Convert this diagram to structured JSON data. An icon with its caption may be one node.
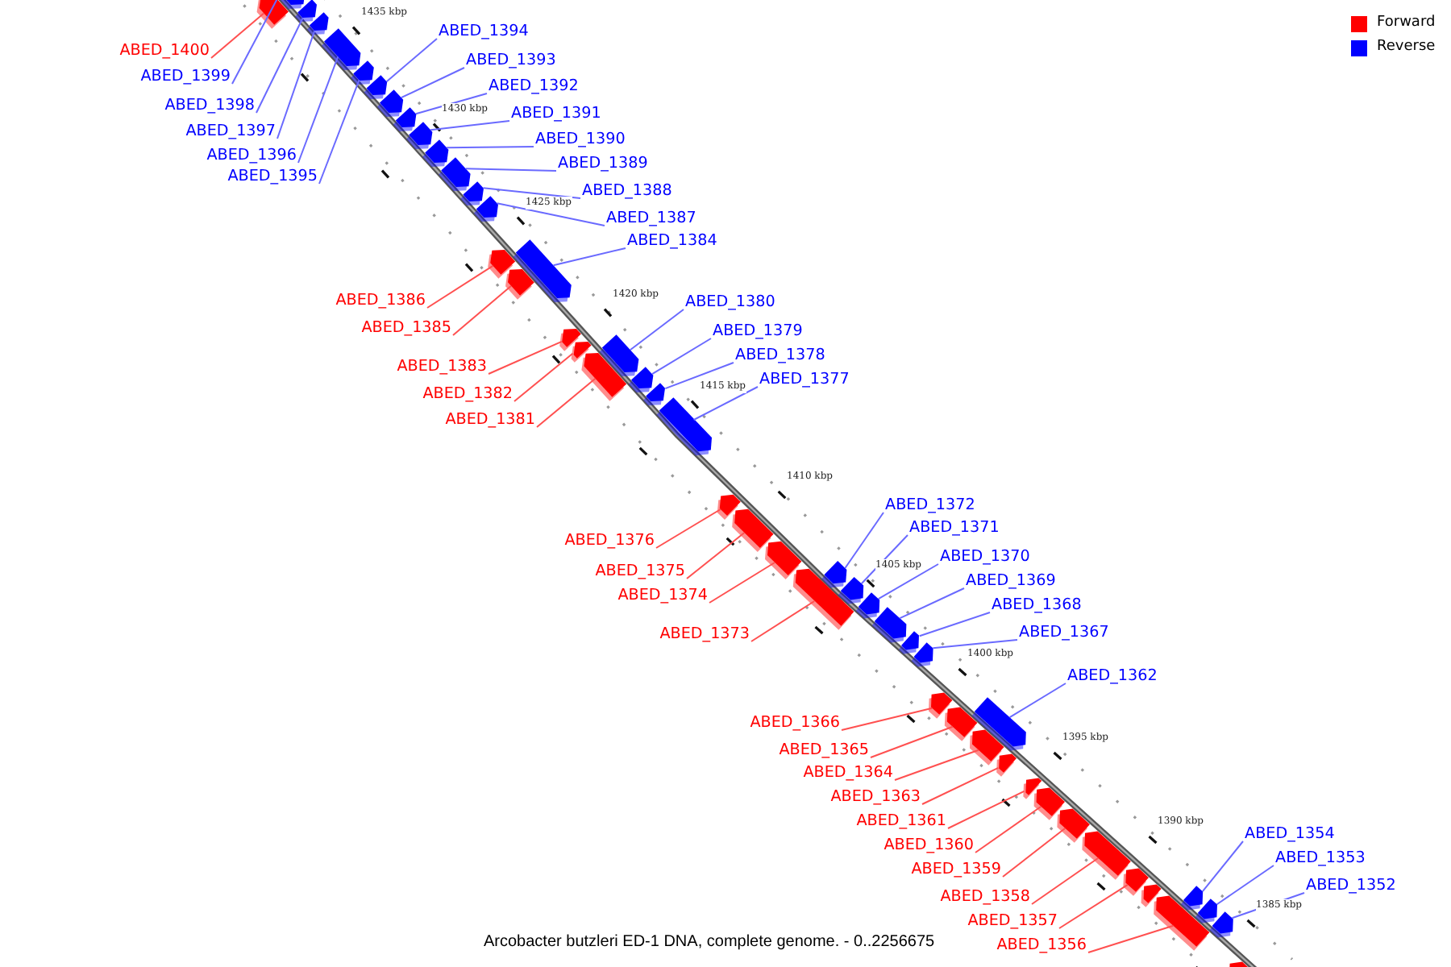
{
  "diagram": {
    "caption": "Arcobacter butzleri ED-1 DNA, complete genome. - 0..2256675",
    "nodes": [
      {
        "text": [
          "ABED_1400"
        ]
      },
      {
        "text": [],
        "shape": "arrow"
      },
      {
        "text": [
          "ABED_1399"
        ]
      },
      {
        "text": [],
        "shape": "arrow"
      },
      {
        "text": [
          "ABED_1398"
        ]
      },
      {
        "text": [],
        "shape": "arrow"
      },
      {
        "text": [
          "ABED_1397"
        ]
      },
      {
        "text": [],
        "shape": "arrow"
      },
      {
        "text": [
          "ABED_1396"
        ]
      },
      {
        "text": [],
        "shape": "arrow"
      },
      {
        "text": [
          "ABED_1395"
        ]
      },
      {
        "text": [],
        "shape": "arrow"
      },
      {
        "text": [
          "ABED_1394"
        ]
      },
      {
        "text": [],
        "shape": "arrow"
      },
      {
        "text": [
          "ABED_1393"
        ]
      },
      {
        "text": [],
        "shape": "arrow"
      },
      {
        "text": [
          "ABED_1392"
        ]
      },
      {
        "text": [],
        "shape": "arrow"
      },
      {
        "text": [
          "ABED_1391"
        ]
      },
      {
        "text": [],
        "shape": "arrow"
      },
      {
        "text": [
          "ABED_1390"
        ]
      },
      {
        "text": [],
        "shape": "arrow"
      },
      {
        "text": [
          "ABED_1389"
        ]
      },
      {
        "text": [],
        "shape": "arrow"
      },
      {
        "text": [
          "ABED_1388"
        ]
      },
      {
        "text": [],
        "shape": "arrow"
      },
      {
        "text": [
          "ABED_1387"
        ]
      },
      {
        "text": [],
        "shape": "arrow"
      },
      {
        "text": [
          "ABED_1386"
        ]
      },
      {
        "text": [],
        "shape": "arrow"
      },
      {
        "text": [
          "ABED_1385"
        ]
      },
      {
        "text": [],
        "shape": "arrow"
      },
      {
        "text": [
          "ABED_1384"
        ]
      },
      {
        "text": [],
        "shape": "arrow"
      },
      {
        "text": [
          "ABED_1383"
        ]
      },
      {
        "text": [],
        "shape": "arrow"
      },
      {
        "text": [
          "ABED_1382"
        ]
      },
      {
        "text": [],
        "shape": "arrow"
      },
      {
        "text": [
          "ABED_1381"
        ]
      },
      {
        "text": [],
        "shape": "arrow"
      },
      {
        "text": [
          "ABED_1380"
        ]
      },
      {
        "text": [],
        "shape": "arrow"
      },
      {
        "text": [
          "ABED_1379"
        ]
      },
      {
        "text": [],
        "shape": "arrow"
      },
      {
        "text": [
          "ABED_1378"
        ]
      },
      {
        "text": [],
        "shape": "arrow"
      },
      {
        "text": [
          "ABED_1377"
        ]
      },
      {
        "text": [],
        "shape": "arrow"
      },
      {
        "text": [
          "ABED_1376"
        ]
      },
      {
        "text": [],
        "shape": "arrow"
      },
      {
        "text": [
          "ABED_1375"
        ]
      },
      {
        "text": [],
        "shape": "arrow"
      },
      {
        "text": [
          "ABED_1374"
        ]
      },
      {
        "text": [],
        "shape": "arrow"
      },
      {
        "text": [
          "ABED_1373"
        ]
      },
      {
        "text": [],
        "shape": "arrow"
      },
      {
        "text": [
          "ABED_1372"
        ]
      },
      {
        "text": [],
        "shape": "arrow"
      },
      {
        "text": [
          "ABED_1371"
        ]
      },
      {
        "text": [],
        "shape": "arrow"
      },
      {
        "text": [
          "ABED_1370"
        ]
      },
      {
        "text": [],
        "shape": "arrow"
      },
      {
        "text": [
          "ABED_1369"
        ]
      },
      {
        "text": [],
        "shape": "arrow"
      },
      {
        "text": [
          "ABED_1368"
        ]
      },
      {
        "text": [],
        "shape": "arrow"
      },
      {
        "text": [
          "ABED_1367"
        ]
      },
      {
        "text": [],
        "shape": "arrow"
      },
      {
        "text": [
          "ABED_1366"
        ]
      },
      {
        "text": [],
        "shape": "arrow"
      },
      {
        "text": [
          "ABED_1365"
        ]
      },
      {
        "text": [],
        "shape": "arrow"
      },
      {
        "text": [
          "ABED_1364"
        ]
      },
      {
        "text": [],
        "shape": "arrow"
      },
      {
        "text": [
          "ABED_1363"
        ]
      },
      {
        "text": [],
        "shape": "arrow"
      },
      {
        "text": [
          "ABED_1362"
        ]
      },
      {
        "text": [],
        "shape": "arrow"
      },
      {
        "text": [
          "ABED_1361"
        ]
      },
      {
        "text": [],
        "shape": "arrow"
      },
      {
        "text": [
          "ABED_1360"
        ]
      },
      {
        "text": [],
        "shape": "arrow"
      },
      {
        "text": [
          "ABED_1359"
        ]
      },
      {
        "text": [],
        "shape": "arrow"
      },
      {
        "text": [
          "ABED_1358"
        ]
      },
      {
        "text": [],
        "shape": "arrow"
      },
      {
        "text": [
          "ABED_1357"
        ]
      },
      {
        "text": [],
        "shape": "arrow"
      },
      {
        "text": [
          "ABED_1356"
        ]
      },
      {
        "text": [],
        "shape": "arrow"
      },
      {
        "text": [
          "ABED_1354"
        ]
      },
      {
        "text": [],
        "shape": "arrow"
      },
      {
        "text": [
          "ABED_1353"
        ]
      },
      {
        "text": [],
        "shape": "arrow"
      },
      {
        "text": [
          "ABED_1352"
        ]
      },
      {
        "text": [],
        "shape": "arrow"
      },
      {
        "text": [],
        "shape": "arrow"
      },
      {
        "text": [],
        "shape": "arrow"
      }
    ],
    "edges": [
      {
        "from": 0,
        "to": 1,
        "arrow": "none",
        "color": "#ff5050"
      },
      {
        "from": 2,
        "to": 3,
        "arrow": "none"
      },
      {
        "from": 4,
        "to": 5,
        "arrow": "none"
      },
      {
        "from": 6,
        "to": 7,
        "arrow": "none"
      },
      {
        "from": 8,
        "to": 9,
        "arrow": "none"
      },
      {
        "from": 10,
        "to": 11,
        "arrow": "none"
      },
      {
        "from": 12,
        "to": 13,
        "arrow": "none"
      },
      {
        "from": 14,
        "to": 15,
        "arrow": "none"
      },
      {
        "from": 16,
        "to": 17,
        "arrow": "none"
      },
      {
        "from": 18,
        "to": 19,
        "arrow": "none"
      },
      {
        "from": 20,
        "to": 21,
        "arrow": "none"
      },
      {
        "from": 22,
        "to": 23,
        "arrow": "none"
      },
      {
        "from": 24,
        "to": 25,
        "arrow": "none"
      },
      {
        "from": 26,
        "to": 27,
        "arrow": "none"
      },
      {
        "from": 28,
        "to": 29,
        "arrow": "none",
        "color": "#ff5050"
      },
      {
        "from": 30,
        "to": 31,
        "arrow": "none",
        "color": "#ff5050"
      },
      {
        "from": 32,
        "to": 33,
        "arrow": "none"
      },
      {
        "from": 34,
        "to": 35,
        "arrow": "none",
        "color": "#ff5050"
      },
      {
        "from": 36,
        "to": 37,
        "arrow": "none",
        "color": "#ff5050"
      },
      {
        "from": 38,
        "to": 39,
        "arrow": "none",
        "color": "#ff5050"
      },
      {
        "from": 40,
        "to": 41,
        "arrow": "none"
      },
      {
        "from": 42,
        "to": 43,
        "arrow": "none"
      },
      {
        "from": 44,
        "to": 45,
        "arrow": "none"
      },
      {
        "from": 46,
        "to": 47,
        "arrow": "none"
      },
      {
        "from": 48,
        "to": 49,
        "arrow": "none",
        "color": "#ff5050"
      },
      {
        "from": 50,
        "to": 51,
        "arrow": "none",
        "color": "#ff5050"
      },
      {
        "from": 52,
        "to": 53,
        "arrow": "none",
        "color": "#ff5050"
      },
      {
        "from": 54,
        "to": 55,
        "arrow": "none",
        "color": "#ff5050"
      },
      {
        "from": 56,
        "to": 57,
        "arrow": "none"
      },
      {
        "from": 58,
        "to": 59,
        "arrow": "none"
      },
      {
        "from": 60,
        "to": 61,
        "arrow": "none"
      },
      {
        "from": 62,
        "to": 63,
        "arrow": "none"
      },
      {
        "from": 64,
        "to": 65,
        "arrow": "none"
      },
      {
        "from": 66,
        "to": 67,
        "arrow": "none"
      },
      {
        "from": 68,
        "to": 69,
        "arrow": "none",
        "color": "#ff5050"
      },
      {
        "from": 70,
        "to": 71,
        "arrow": "none",
        "color": "#ff5050"
      },
      {
        "from": 72,
        "to": 73,
        "arrow": "none",
        "color": "#ff5050"
      },
      {
        "from": 74,
        "to": 75,
        "arrow": "none",
        "color": "#ff5050"
      },
      {
        "from": 76,
        "to": 77,
        "arrow": "none"
      },
      {
        "from": 78,
        "to": 79,
        "arrow": "none",
        "color": "#ff5050"
      },
      {
        "from": 80,
        "to": 81,
        "arrow": "none",
        "color": "#ff5050"
      },
      {
        "from": 82,
        "to": 83,
        "arrow": "none",
        "color": "#ff5050"
      },
      {
        "from": 84,
        "to": 85,
        "arrow": "none",
        "color": "#ff5050"
      },
      {
        "from": 86,
        "to": 87,
        "arrow": "none",
        "color": "#ff5050"
      },
      {
        "from": 88,
        "to": 89,
        "arrow": "none",
        "color": "#ff5050"
      },
      {
        "from": 90,
        "to": 91,
        "arrow": "none"
      },
      {
        "from": 92,
        "to": 93,
        "arrow": "none"
      },
      {
        "from": 94,
        "to": 95,
        "arrow": "none"
      }
    ],
    "labels": [
      "1435 kbp",
      "1430 kbp",
      "1425 kbp",
      "1420 kbp",
      "1415 kbp",
      "1410 kbp",
      "1405 kbp",
      "1400 kbp",
      "1395 kbp",
      "1390 kbp",
      "1385 kbp"
    ],
    "legend": [
      {
        "text": "Forward",
        "color": "#ff0000"
      },
      {
        "text": "Reverse",
        "color": "#0000ff"
      }
    ]
  }
}
